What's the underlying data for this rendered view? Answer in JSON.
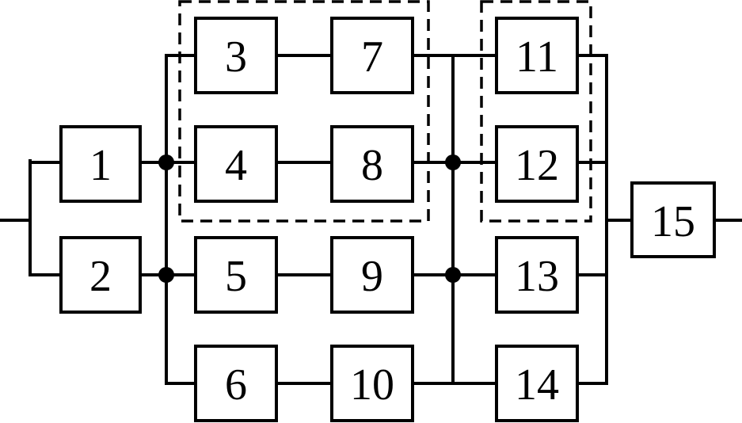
{
  "blocks": [
    {
      "id": "b1",
      "label": "1"
    },
    {
      "id": "b2",
      "label": "2"
    },
    {
      "id": "b3",
      "label": "3"
    },
    {
      "id": "b4",
      "label": "4"
    },
    {
      "id": "b5",
      "label": "5"
    },
    {
      "id": "b6",
      "label": "6"
    },
    {
      "id": "b7",
      "label": "7"
    },
    {
      "id": "b8",
      "label": "8"
    },
    {
      "id": "b9",
      "label": "9"
    },
    {
      "id": "b10",
      "label": "10"
    },
    {
      "id": "b11",
      "label": "11"
    },
    {
      "id": "b12",
      "label": "12"
    },
    {
      "id": "b13",
      "label": "13"
    },
    {
      "id": "b14",
      "label": "14"
    },
    {
      "id": "b15",
      "label": "15"
    }
  ]
}
